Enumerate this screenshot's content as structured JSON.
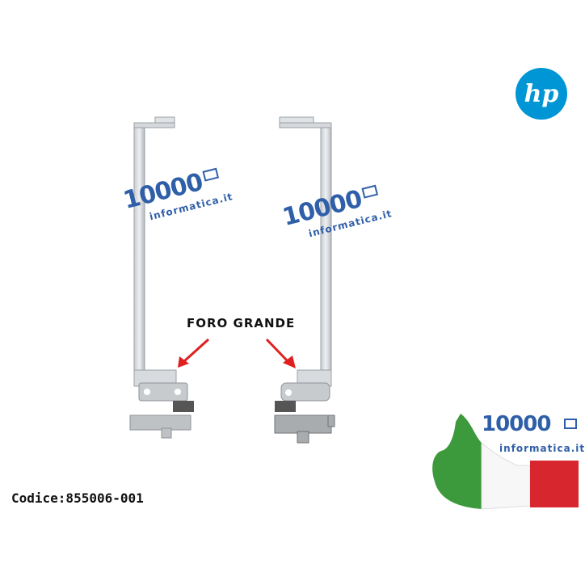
{
  "brand_logo": {
    "text": "hp",
    "color": "#0096d6"
  },
  "watermarks": [
    {
      "number": "10000",
      "domain": "informatica.it"
    },
    {
      "number": "10000",
      "domain": "informatica.it"
    }
  ],
  "annotation": {
    "label": "FORO GRANDE",
    "arrow_color": "#e02020"
  },
  "product_code": "Codice:855006-001",
  "badge": {
    "number": "10000",
    "domain": "informatica.it",
    "flag_colors": [
      "#3c9a3c",
      "#ffffff",
      "#d8262e"
    ]
  }
}
